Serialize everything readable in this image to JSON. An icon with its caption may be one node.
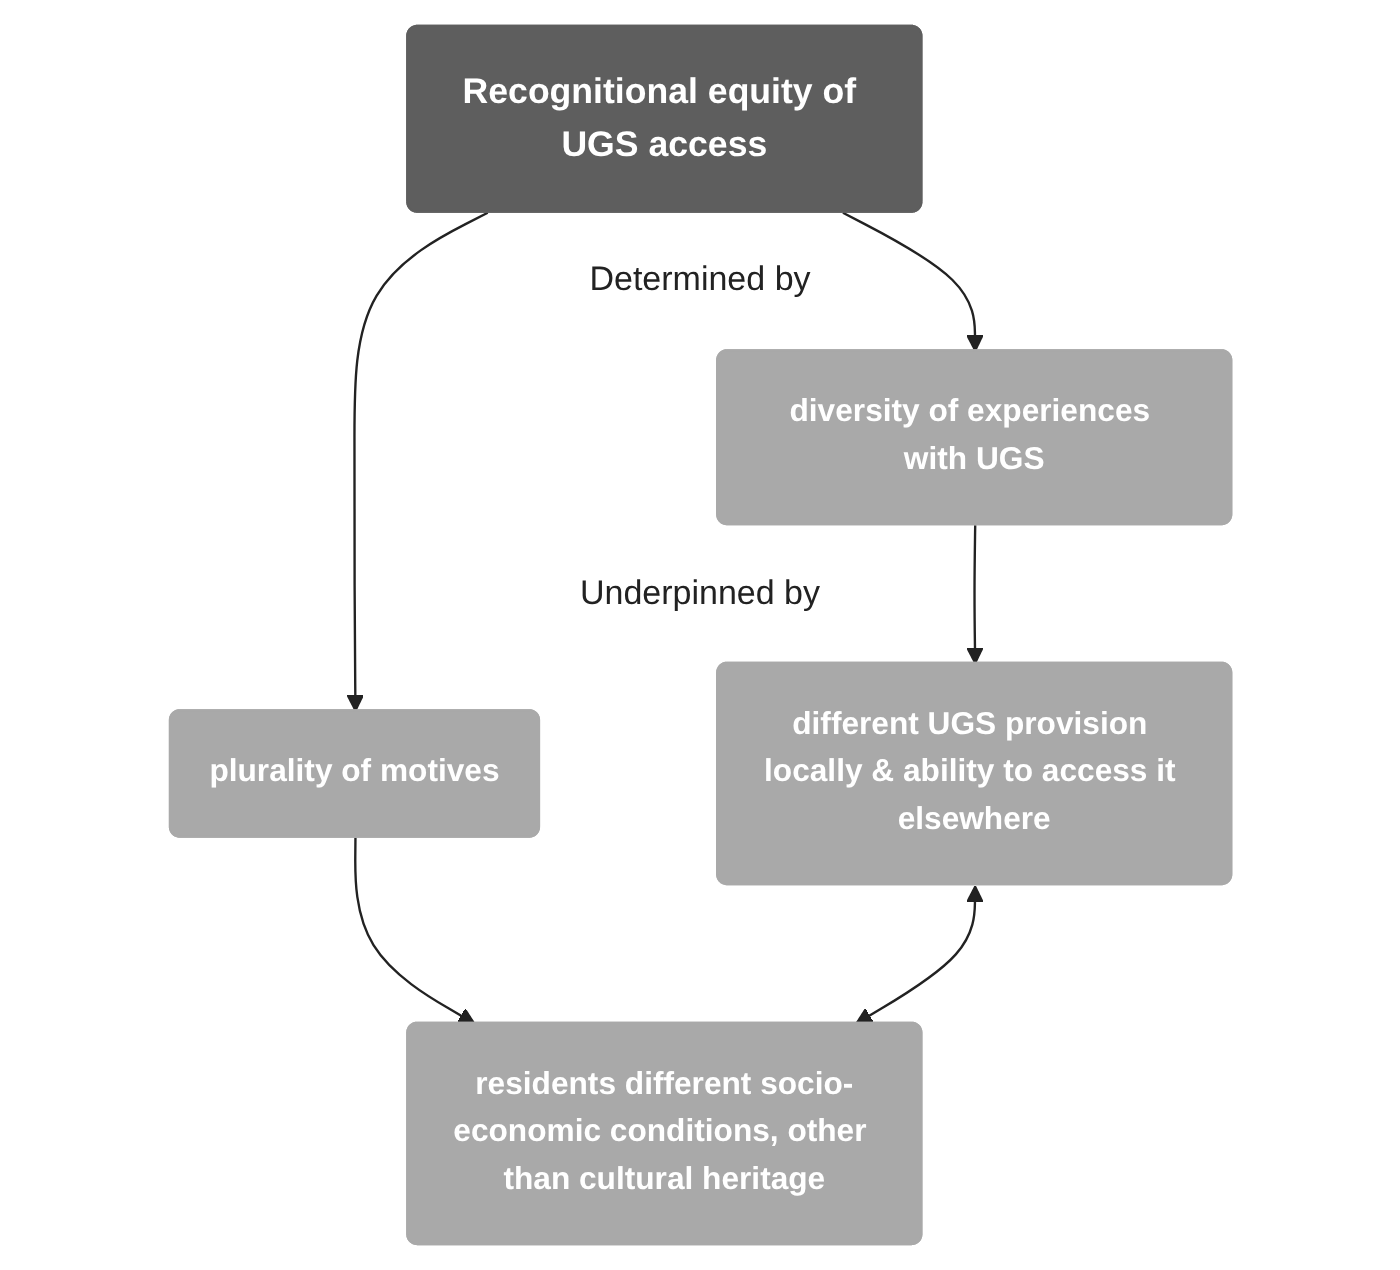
{
  "diagram": {
    "nodes": [
      {
        "text": [
          "Recognitional equity of UGS access"
        ]
      },
      {
        "text": [
          "diversity of experiences with UGS"
        ]
      },
      {
        "text": [
          "plurality of motives"
        ]
      },
      {
        "text": [
          "different UGS provision locally & ability to access it elsewhere"
        ]
      },
      {
        "text": [
          "residents different socio-economic conditions, other than cultural heritage"
        ]
      }
    ],
    "edges": [
      {
        "from": 0,
        "to": 1,
        "arrow": "to"
      },
      {
        "from": 0,
        "to": 2,
        "arrow": "to"
      },
      {
        "from": 1,
        "to": 3,
        "arrow": "to"
      },
      {
        "from": 2,
        "to": 4,
        "arrow": "to"
      },
      {
        "from": 3,
        "to": 4,
        "arrow": "both"
      }
    ],
    "labels": [
      "Determined by",
      "Underpinned by"
    ]
  }
}
